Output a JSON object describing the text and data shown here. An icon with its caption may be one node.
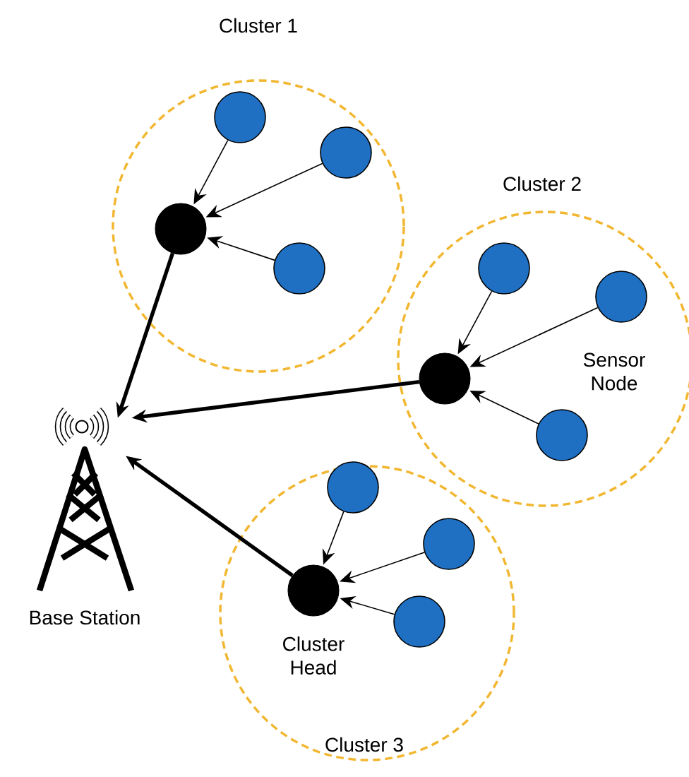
{
  "diagram": {
    "nodes": [
      {
        "text": [
          "Cluster 1"
        ]
      },
      {
        "text": [],
        "shape": "circle",
        "in": 0
      },
      {
        "text": [],
        "shape": "circle",
        "in": 0
      },
      {
        "text": [],
        "shape": "circle",
        "in": 0
      },
      {
        "text": [],
        "shape": "circle",
        "in": 0
      },
      {
        "text": [
          "Cluster 2"
        ]
      },
      {
        "text": [],
        "shape": "circle",
        "in": 5
      },
      {
        "text": [],
        "shape": "circle",
        "in": 5
      },
      {
        "text": [],
        "shape": "circle",
        "in": 5
      },
      {
        "text": [],
        "shape": "circle",
        "in": 5
      },
      {
        "text": [
          "Cluster 3"
        ]
      },
      {
        "text": [],
        "shape": "circle",
        "in": 10
      },
      {
        "text": [],
        "shape": "circle",
        "in": 10
      },
      {
        "text": [],
        "shape": "circle",
        "in": 10
      },
      {
        "text": [],
        "shape": "circle",
        "in": 10
      },
      {
        "text": [
          "Base Station"
        ]
      }
    ],
    "edges": [
      {
        "from": 1,
        "to": 4,
        "arrow": "to"
      },
      {
        "from": 2,
        "to": 4,
        "arrow": "to"
      },
      {
        "from": 3,
        "to": 4,
        "arrow": "to"
      },
      {
        "from": 6,
        "to": 9,
        "arrow": "to"
      },
      {
        "from": 7,
        "to": 9,
        "arrow": "to"
      },
      {
        "from": 8,
        "to": 9,
        "arrow": "to"
      },
      {
        "from": 11,
        "to": 14,
        "arrow": "to"
      },
      {
        "from": 12,
        "to": 14,
        "arrow": "to"
      },
      {
        "from": 13,
        "to": 14,
        "arrow": "to"
      },
      {
        "from": 4,
        "to": 15,
        "arrow": "to",
        "style": "thick"
      },
      {
        "from": 9,
        "to": 15,
        "arrow": "to",
        "style": "thick"
      },
      {
        "from": 14,
        "to": 15,
        "arrow": "to",
        "style": "thick"
      }
    ],
    "labels": [
      "Sensor Node",
      "Cluster Head"
    ]
  }
}
